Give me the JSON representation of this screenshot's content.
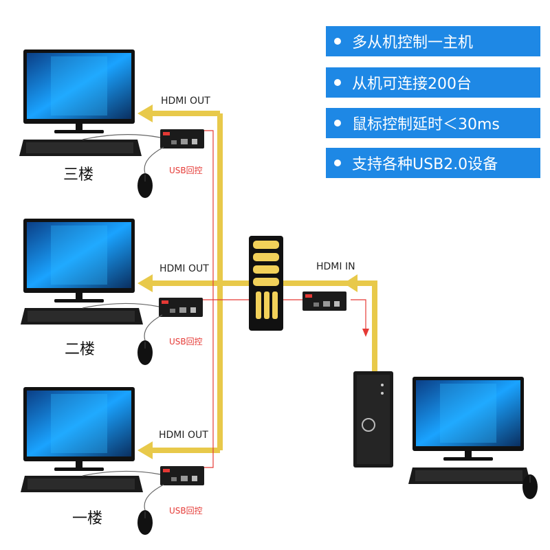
{
  "features": [
    "多从机控制一主机",
    "从机可连接200台",
    "鼠标控制延时＜30ms",
    "支持各种USB2.0设备"
  ],
  "labels": {
    "hdmi_out": "HDMI OUT",
    "hdmi_in": "HDMI IN",
    "usb": "USB回控"
  },
  "floors": [
    "三楼",
    "二楼",
    "一楼"
  ],
  "colors": {
    "accent": "#1e88e5",
    "cable": "#e8c94a",
    "usb_line": "#e53935"
  }
}
